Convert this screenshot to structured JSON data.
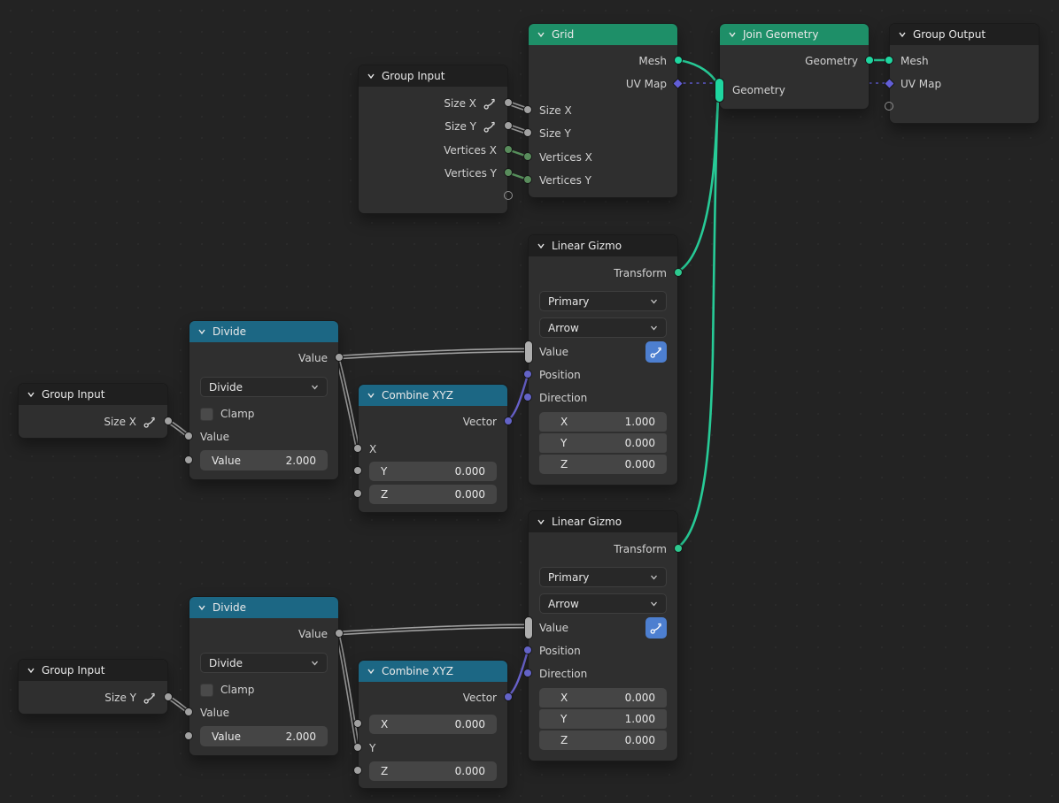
{
  "editor": {
    "background": "#232323"
  },
  "colors": {
    "header_geometry": "#1e8f68",
    "header_converter": "#1c6784",
    "header_default": "#1f1f1f",
    "node_body": "#2f2f2f",
    "socket_float": "#a1a1a1",
    "socket_integer": "#598c5c",
    "socket_geometry": "#1fd6a0",
    "socket_vector": "#6363c7",
    "socket_transform": "#2ec98f",
    "wire_geometry": "#27cb97",
    "wire_gizmo": "#9f9f9f",
    "wire_vector": "#6f68d8",
    "wire_field_dashed": "#625ed6",
    "gizmo_button": "#4d7fd0"
  },
  "nodes": {
    "grid": {
      "title": "Grid",
      "output_mesh": "Mesh",
      "output_uv_map": "UV Map",
      "input_size_x": "Size X",
      "input_size_y": "Size Y",
      "input_vertices_x": "Vertices X",
      "input_vertices_y": "Vertices Y"
    },
    "join_geometry": {
      "title": "Join Geometry",
      "output_geometry": "Geometry",
      "input_geometry": "Geometry"
    },
    "group_output": {
      "title": "Group Output",
      "input_mesh": "Mesh",
      "input_uv_map": "UV Map"
    },
    "group_input_main": {
      "title": "Group Input",
      "output_size_x": "Size X",
      "output_size_y": "Size Y",
      "output_vertices_x": "Vertices X",
      "output_vertices_y": "Vertices Y"
    },
    "linear_gizmo_x": {
      "title": "Linear Gizmo",
      "output_transform": "Transform",
      "color_select": "Primary",
      "style_select": "Arrow",
      "input_value": "Value",
      "input_position": "Position",
      "input_direction": "Direction",
      "direction_vector": [
        {
          "label": "X",
          "value": "1.000"
        },
        {
          "label": "Y",
          "value": "0.000"
        },
        {
          "label": "Z",
          "value": "0.000"
        }
      ]
    },
    "linear_gizmo_y": {
      "title": "Linear Gizmo",
      "output_transform": "Transform",
      "color_select": "Primary",
      "style_select": "Arrow",
      "input_value": "Value",
      "input_position": "Position",
      "input_direction": "Direction",
      "direction_vector": [
        {
          "label": "X",
          "value": "0.000"
        },
        {
          "label": "Y",
          "value": "1.000"
        },
        {
          "label": "Z",
          "value": "0.000"
        }
      ]
    },
    "divide_x": {
      "title": "Divide",
      "output_value": "Value",
      "operation": "Divide",
      "clamp_label": "Clamp",
      "input_value": "Value",
      "value_field": {
        "label": "Value",
        "value": "2.000"
      }
    },
    "divide_y": {
      "title": "Divide",
      "output_value": "Value",
      "operation": "Divide",
      "clamp_label": "Clamp",
      "input_value": "Value",
      "value_field": {
        "label": "Value",
        "value": "2.000"
      }
    },
    "combine_xyz_x": {
      "title": "Combine XYZ",
      "output_vector": "Vector",
      "input_x": "X",
      "y_field": {
        "label": "Y",
        "value": "0.000"
      },
      "z_field": {
        "label": "Z",
        "value": "0.000"
      }
    },
    "combine_xyz_y": {
      "title": "Combine XYZ",
      "output_vector": "Vector",
      "x_field": {
        "label": "X",
        "value": "0.000"
      },
      "input_y": "Y",
      "z_field": {
        "label": "Z",
        "value": "0.000"
      }
    },
    "group_input_size_x": {
      "title": "Group Input",
      "output": "Size X"
    },
    "group_input_size_y": {
      "title": "Group Input",
      "output": "Size Y"
    }
  }
}
